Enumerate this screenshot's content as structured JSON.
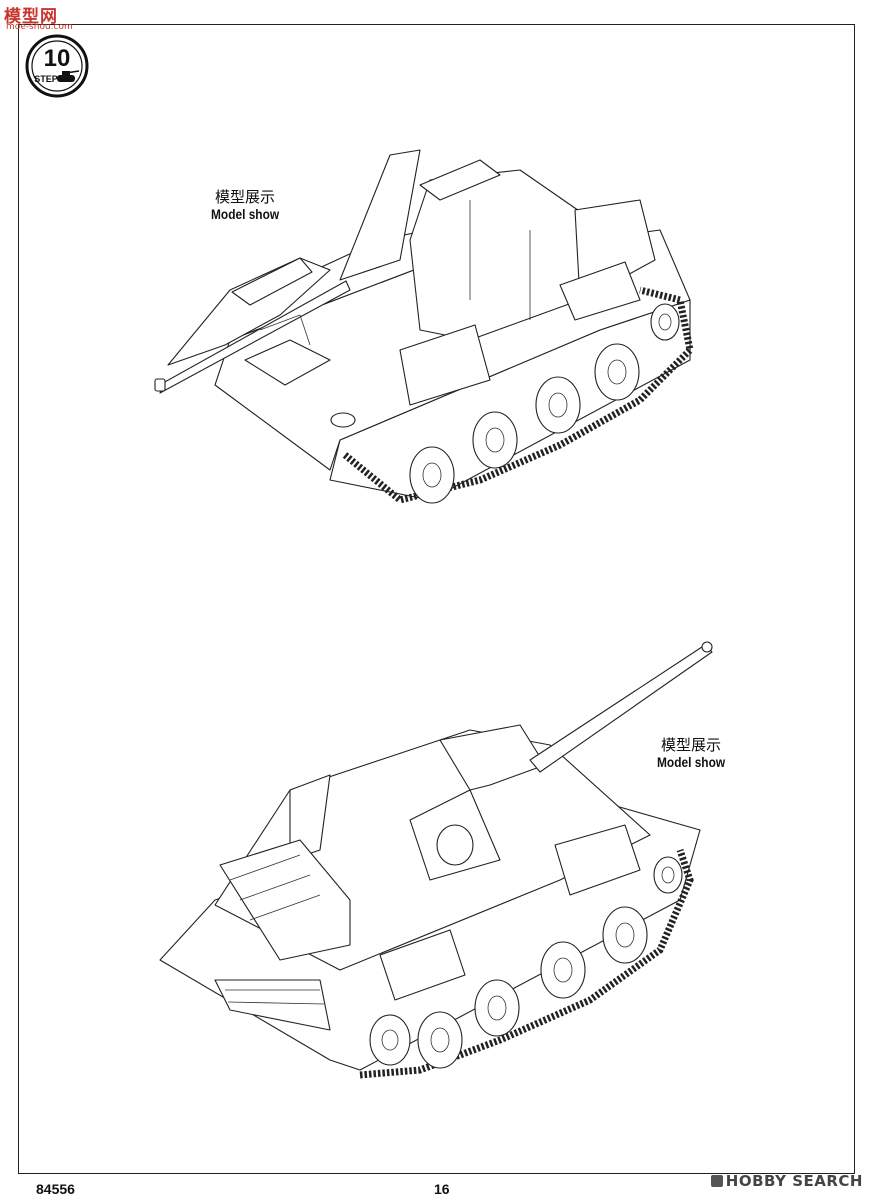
{
  "watermark": {
    "title": "模型网",
    "subtitle": "moe-shou.com"
  },
  "step": {
    "number": "10",
    "label": "STEP"
  },
  "views": [
    {
      "caption_zh": "模型展示",
      "caption_en": "Model show"
    },
    {
      "caption_zh": "模型展示",
      "caption_en": "Model show"
    }
  ],
  "footer": {
    "kit_number": "84556",
    "page_number": "16"
  },
  "credit": {
    "text": "HOBBY SEARCH"
  }
}
